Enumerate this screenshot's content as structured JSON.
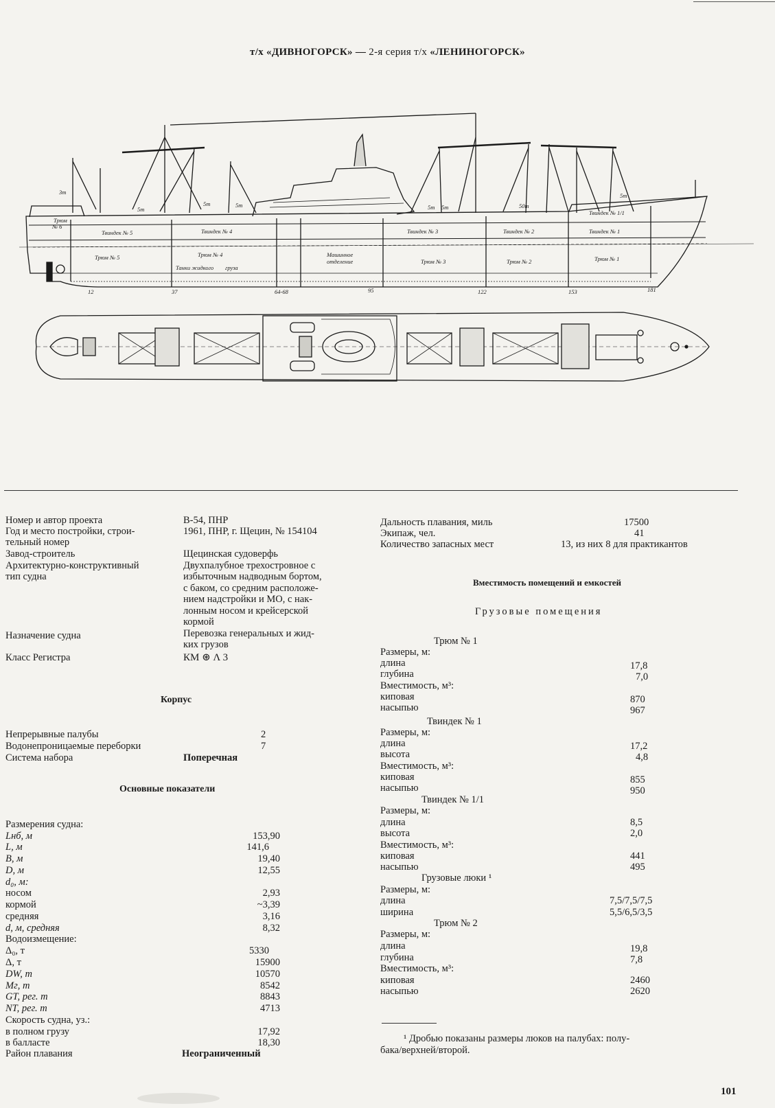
{
  "title": {
    "part1": "т/х «ДИВНОГОРСК»",
    "dash": " — ",
    "part2": "2-я серия т/х",
    "part3": "«ЛЕНИНОГОРСК»"
  },
  "drawing": {
    "tags": {
      "h_trum6": "Трюм",
      "h_trum6n": "№ 6",
      "h_tw5": "Твиндек № 5",
      "h_tw4": "Твиндек № 4",
      "h_tw3": "Твиндек № 3",
      "h_tw2": "Твиндек № 2",
      "h_tw1": "Твиндек № 1",
      "h_tw11": "Твиндек № 1/1",
      "h_tr5": "Трюм № 5",
      "h_tr4": "Трюм № 4",
      "h_liq": "Танки жидкого",
      "h_liq2": "груза",
      "h_mo1": "Машинное",
      "h_mo2": "отделение",
      "h_tr3": "Трюм № 3",
      "h_tr2": "Трюм № 2",
      "h_tr1": "Трюм № 1",
      "h_fr12": "12",
      "h_fr37": "37",
      "h_fr6468": "64-68",
      "h_fr95": "95",
      "h_fr122": "122",
      "h_fr153": "153",
      "h_fr181": "181",
      "h_5t_a": "5т",
      "h_5t_b": "5т",
      "h_5t_c": "5т",
      "h_5t_d": "5т",
      "h_5t_e": "5т",
      "h_5t_f": "5т",
      "h_50t": "50т",
      "h_3t": "3т"
    }
  },
  "left": {
    "project_label": "Номер и автор проекта",
    "project_value": "В-54, ПНР",
    "year_label_1": "Год и место постройки, строи-",
    "year_label_2": "тельный номер",
    "year_value": "1961, ПНР, г. Щецин, № 154104",
    "yard_label": "Завод-строитель",
    "yard_value": "Щецинская судоверфь",
    "type_label_1": "Архитектурно-конструктивный",
    "type_label_2": "тип судна",
    "type_v1": "Двухпалубное трехостровное с",
    "type_v2": "избыточным надводным бортом,",
    "type_v3": "с баком, со средним расположе-",
    "type_v4": "нием надстройки и МО, с нак-",
    "type_v5": "лонным носом и крейсерской",
    "type_v6": "кормой",
    "purpose_label": "Назначение судна",
    "purpose_v1": "Перевозка генеральных и жид-",
    "purpose_v2": "ких грузов",
    "class_label": "Класс Регистра",
    "class_value": "КМ ⊛ Λ 3",
    "hull_heading": "Корпус",
    "decks_label": "Непрерывные палубы",
    "decks_value": "2",
    "bulk_label": "Водонепроницаемые переборки",
    "bulk_value": "7",
    "frame_label": "Система набора",
    "frame_value": "Поперечная",
    "main_heading": "Основные показатели",
    "dims_label": "Размерения судна:",
    "loa_label": "Lнб, м",
    "loa_value": "153,90",
    "l_label": "L, м",
    "l_value": "141,6",
    "b_label": "B, м",
    "b_value": "19,40",
    "d_label": "D, м",
    "d_value": "12,55",
    "d0_label": "d₀, м:",
    "bow_label": "носом",
    "bow_value": "2,93",
    "stern_label": "кормой",
    "stern_value": "~3,39",
    "mid_label": "средняя",
    "mid_value": "3,16",
    "dmid_label": "d, м, средняя",
    "dmid_value": "8,32",
    "disp_label": "Водоизмещение:",
    "disp0_label": "Δ₀, т",
    "disp0_value": "5330",
    "dispf_label": "Δ, т",
    "dispf_value": "15900",
    "dw_label": "DW, т",
    "dw_value": "10570",
    "mr_label": "Mг, т",
    "mr_value": "8542",
    "gt_label": "GT, рег. т",
    "gt_value": "8843",
    "nt_label": "NT, рег. т",
    "nt_value": "4713",
    "speed_label": "Скорость судна, уз.:",
    "speed_full_label": "в полном грузу",
    "speed_full_value": "17,92",
    "speed_ball_label": "в балласте",
    "speed_ball_value": "18,30",
    "area_label": "Район плавания",
    "area_value": "Неограниченный"
  },
  "right": {
    "range_label": "Дальность плавания, миль",
    "range_value": "17500",
    "crew_label": "Экипаж, чел.",
    "crew_value": "41",
    "spare_label": "Количество запасных мест",
    "spare_value": "13, из них 8 для практикантов",
    "cap_heading": "Вместимость помещений и емкостей",
    "cargo_heading": "Грузовые помещения",
    "h1_title": "Трюм № 1",
    "h1_dims": "Размеры, м:",
    "h1_len_l": "длина",
    "h1_len_v": "17,8",
    "h1_dep_l": "глубина",
    "h1_dep_v": "7,0",
    "h1_cap": "Вместимость, м³:",
    "h1_bale_l": "киповая",
    "h1_bale_v": "870",
    "h1_grain_l": "насыпью",
    "h1_grain_v": "967",
    "t1_title": "Твиндек № 1",
    "t1_dims": "Размеры, м:",
    "t1_len_l": "длина",
    "t1_len_v": "17,2",
    "t1_h_l": "высота",
    "t1_h_v": "4,8",
    "t1_cap": "Вместимость, м³:",
    "t1_bale_l": "киповая",
    "t1_bale_v": "855",
    "t1_grain_l": "насыпью",
    "t1_grain_v": "950",
    "t11_title": "Твиндек № 1/1",
    "t11_dims": "Размеры, м:",
    "t11_len_l": "длина",
    "t11_len_v": "8,5",
    "t11_h_l": "высота",
    "t11_h_v": "2,0",
    "t11_cap": "Вместимость, м³:",
    "t11_bale_l": "киповая",
    "t11_bale_v": "441",
    "t11_grain_l": "насыпью",
    "t11_grain_v": "495",
    "hatch_title": "Грузовые люки ¹",
    "hatch_dims": "Размеры, м:",
    "hatch_len_l": "длина",
    "hatch_len_v": "7,5/7,5/7,5",
    "hatch_w_l": "ширина",
    "hatch_w_v": "5,5/6,5/3,5",
    "h2_title": "Трюм № 2",
    "h2_dims": "Размеры, м:",
    "h2_len_l": "длина",
    "h2_len_v": "19,8",
    "h2_dep_l": "глубина",
    "h2_dep_v": "7,8",
    "h2_cap": "Вместимость, м³:",
    "h2_bale_l": "киповая",
    "h2_bale_v": "2460",
    "h2_grain_l": "насыпью",
    "h2_grain_v": "2620",
    "footnote_1": "¹ Дробью показаны размеры люков на палубах: полу-",
    "footnote_2": "бака/верхней/второй."
  },
  "page_number": "101"
}
